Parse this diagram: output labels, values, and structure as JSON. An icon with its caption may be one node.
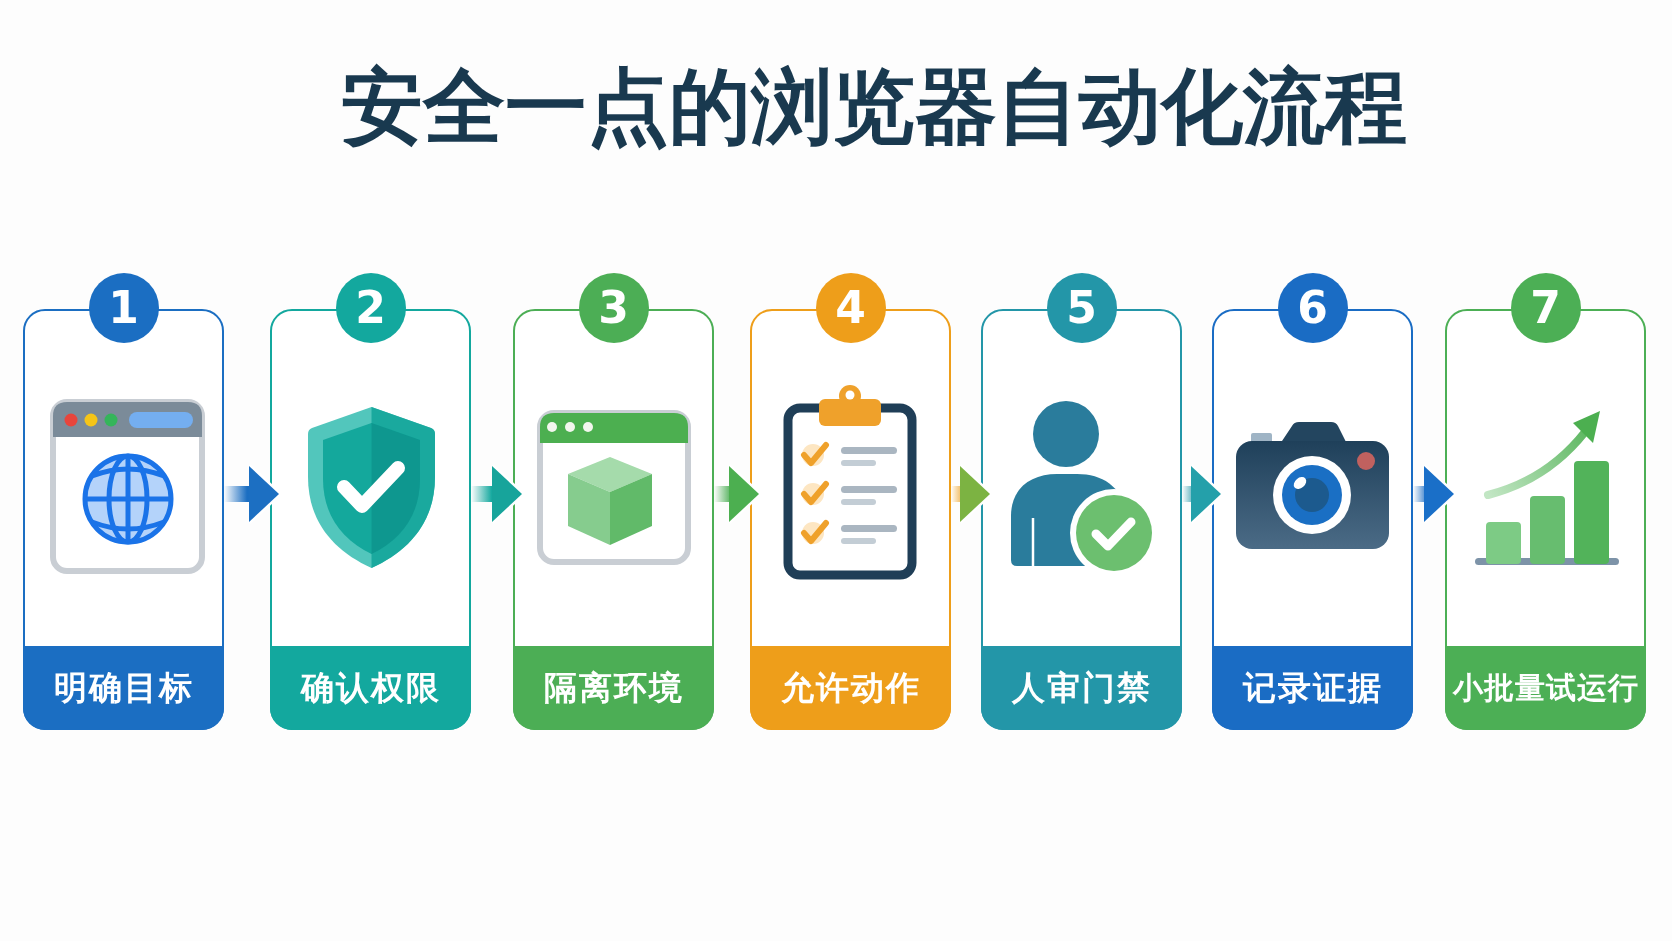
{
  "diagram": {
    "title": "安全一点的浏览器自动化流程",
    "nodes": [
      {
        "text": [
          "1",
          "明确目标"
        ]
      },
      {
        "text": [
          "2",
          "确认权限"
        ]
      },
      {
        "text": [
          "3",
          "隔离环境"
        ]
      },
      {
        "text": [
          "4",
          "允许动作"
        ]
      },
      {
        "text": [
          "5",
          "人审门禁"
        ]
      },
      {
        "text": [
          "6",
          "记录证据"
        ]
      },
      {
        "text": [
          "7",
          "小批量试运行"
        ]
      }
    ],
    "edges": [
      {
        "from": 0,
        "to": 1,
        "arrow": "to",
        "color": "#1c6fc2"
      },
      {
        "from": 1,
        "to": 2,
        "arrow": "to",
        "color": "#17a49b"
      },
      {
        "from": 2,
        "to": 3,
        "arrow": "to",
        "color": "#4caf50"
      },
      {
        "from": 3,
        "to": 4,
        "arrow": "to",
        "color": "#7cb342"
      },
      {
        "from": 4,
        "to": 5,
        "arrow": "to",
        "color": "#24a0aa"
      },
      {
        "from": 5,
        "to": 6,
        "arrow": "to",
        "color": "#1a6fc8"
      }
    ]
  }
}
